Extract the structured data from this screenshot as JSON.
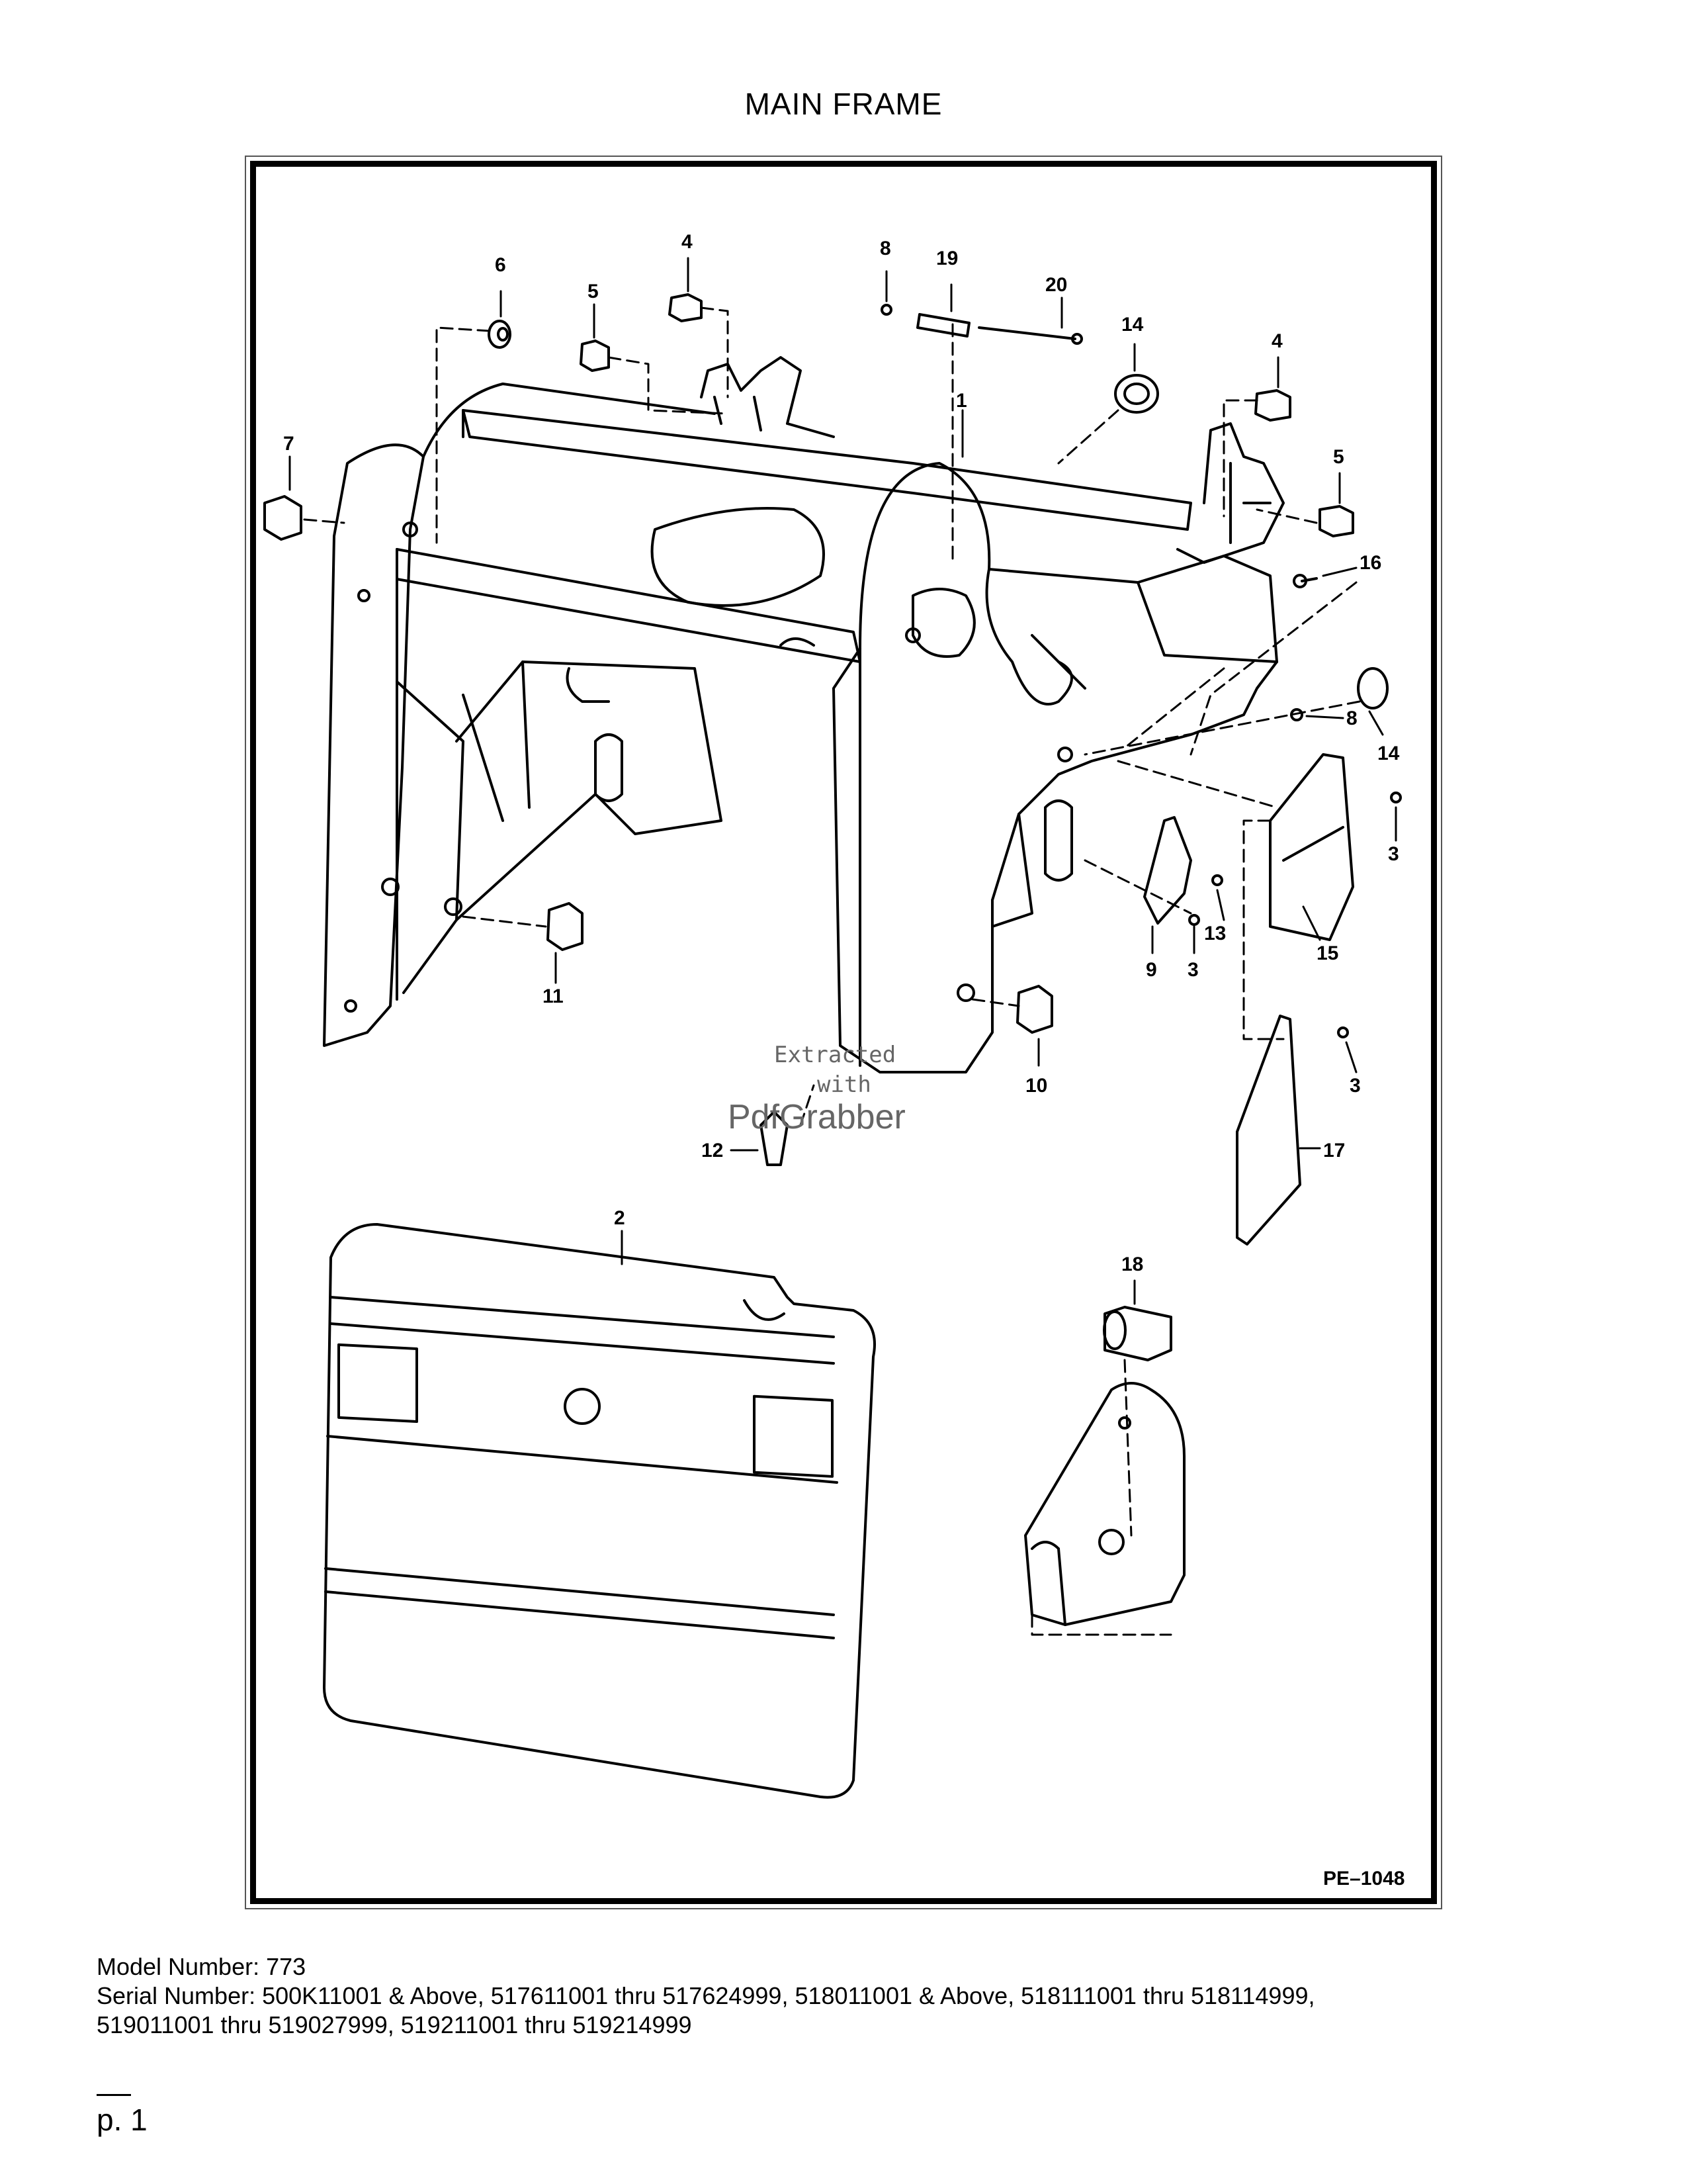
{
  "page": {
    "title": "MAIN FRAME",
    "page_number": "p. 1"
  },
  "diagram": {
    "drawing_id": "PE–1048",
    "callouts": [
      "1",
      "2",
      "3",
      "3",
      "3",
      "3",
      "4",
      "4",
      "5",
      "5",
      "6",
      "7",
      "8",
      "8",
      "9",
      "10",
      "11",
      "12",
      "13",
      "14",
      "14",
      "15",
      "16",
      "17",
      "18",
      "19",
      "20"
    ],
    "watermark": {
      "line1": "Extracted",
      "line2": "with",
      "line3": "PdfGrabber"
    }
  },
  "footer": {
    "model_line": "Model Number: 773",
    "serial_line_1": "Serial Number: 500K11001 & Above, 517611001 thru 517624999, 518011001 & Above, 518111001 thru 518114999,",
    "serial_line_2": "519011001 thru 519027999, 519211001 thru 519214999"
  }
}
